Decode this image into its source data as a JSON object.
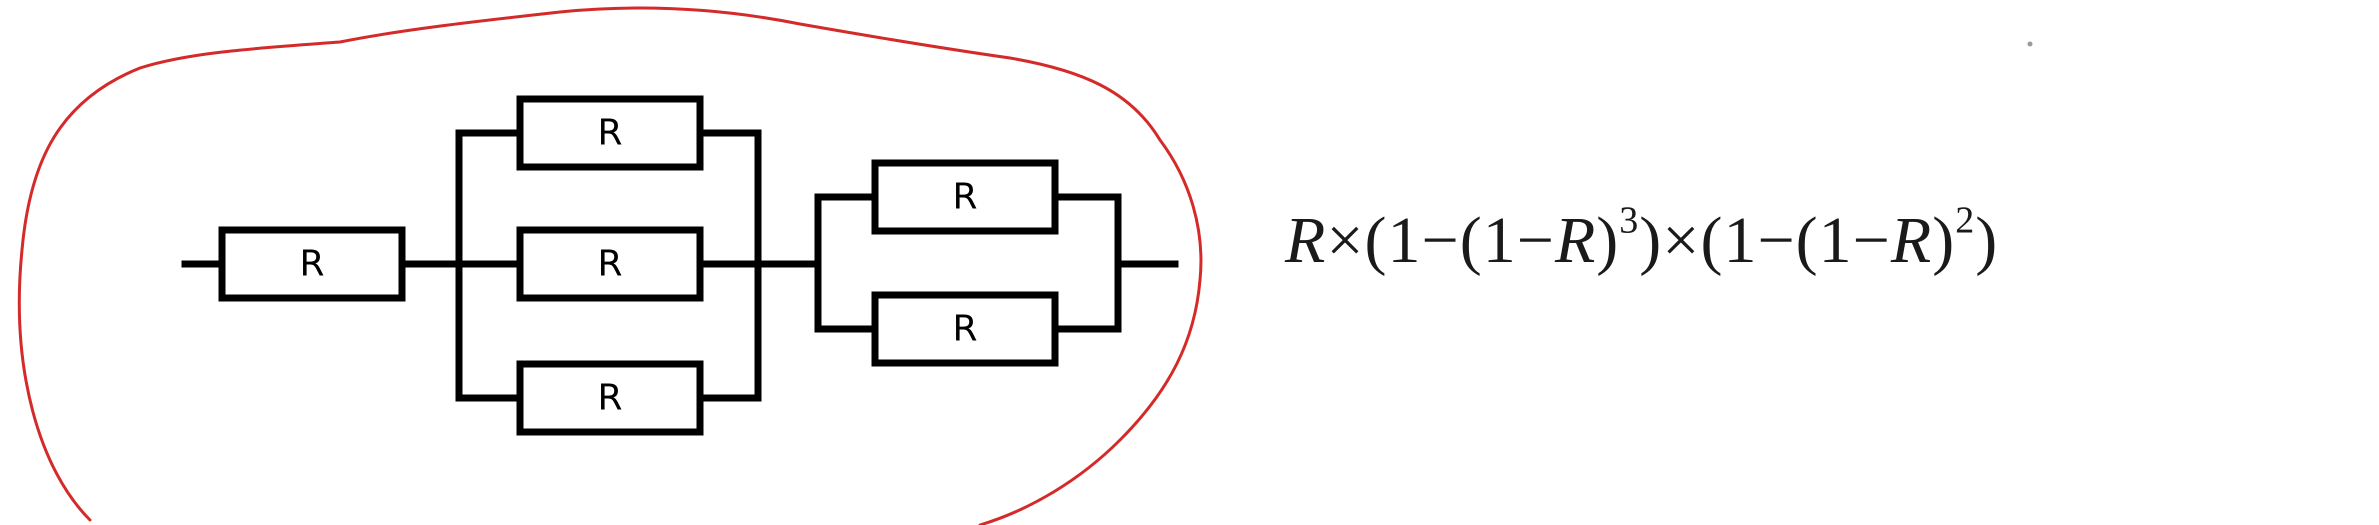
{
  "diagram": {
    "resistor_label": "R",
    "resistor_count": 6,
    "annotation_color": "#d42a2a",
    "line_color": "#000000"
  },
  "formula": {
    "v1": "R",
    "t1": "×(1−(1−",
    "v2": "R",
    "t2": ")",
    "exp1": "3",
    "t3": ")×(1−(1−",
    "v3": "R",
    "t4": ")",
    "exp2": "2",
    "t5": ")"
  }
}
